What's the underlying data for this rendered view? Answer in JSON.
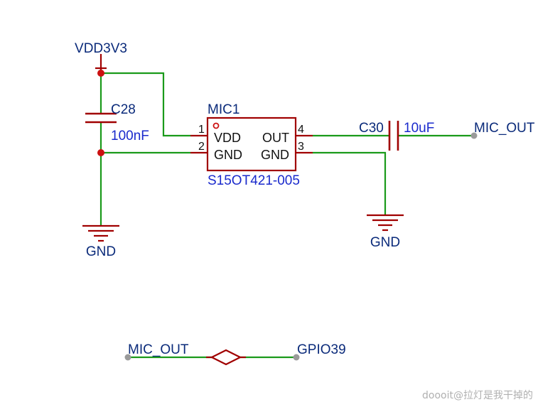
{
  "colors": {
    "wire": "#1a9a1a",
    "component": "#a00000",
    "net_label": "#0a2a7a",
    "designator": "#0a2a7a",
    "value": "#1a2acc",
    "watermark": "#b0b0b0",
    "port": "#9a9a9a"
  },
  "power": {
    "vdd_label": "VDD3V3",
    "gnd_left_label": "GND",
    "gnd_right_label": "GND"
  },
  "c28": {
    "designator": "C28",
    "value": "100nF"
  },
  "c30": {
    "designator": "C30",
    "value": "10uF"
  },
  "mic1": {
    "designator": "MIC1",
    "part_number": "S15OT421-005",
    "pin_labels": {
      "vdd": "VDD",
      "out": "OUT",
      "gnd_left": "GND",
      "gnd_right": "GND"
    },
    "pin_numbers": {
      "p1": "1",
      "p2": "2",
      "p3": "3",
      "p4": "4"
    }
  },
  "nets": {
    "mic_out_right": "MIC_OUT",
    "bottom_left": "MIC_OUT",
    "bottom_right": "GPIO39"
  },
  "watermark": "doooit@拉灯是我干掉的"
}
